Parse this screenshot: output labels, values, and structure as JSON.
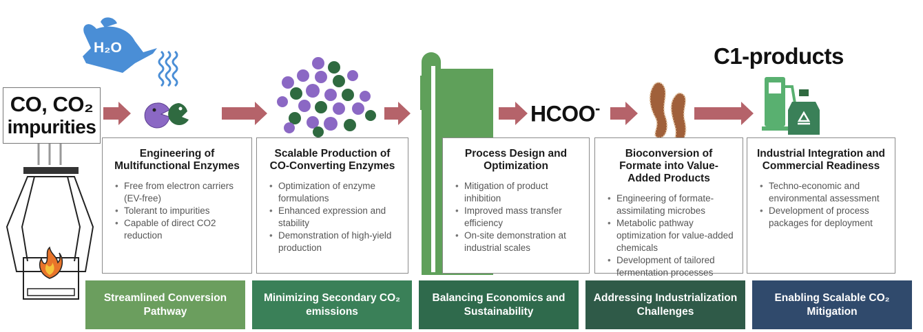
{
  "inputs": {
    "line1": "CO, CO₂",
    "line2": "impurities",
    "water_label": "H₂O"
  },
  "intermediate": {
    "label": "HCOO",
    "superscript": "-"
  },
  "output": {
    "title": "C1-products"
  },
  "stages": [
    {
      "title": "Engineering of Multifunctional Enzymes",
      "bullets": [
        "Free from electron carriers (EV-free)",
        "Tolerant to impurities",
        "Capable of direct CO2 reduction"
      ]
    },
    {
      "title": "Scalable Production of CO-Converting Enzymes",
      "bullets": [
        "Optimization of enzyme formulations",
        "Enhanced expression and stability",
        "Demonstration of high-yield production"
      ]
    },
    {
      "title": "Process Design and Optimization",
      "bullets": [
        "Mitigation of product inhibition",
        "Improved mass transfer efficiency",
        "On-site demonstration at industrial scales"
      ]
    },
    {
      "title": "Bioconversion of Formate into Value-Added Products",
      "bullets": [
        "Engineering of formate-assimilating microbes",
        "Metabolic pathway optimization for value-added chemicals",
        "Development of tailored fermentation processes"
      ]
    },
    {
      "title": "Industrial Integration and Commercial Readiness",
      "bullets": [
        "Techno-economic and environmental assessment",
        "Development of process packages for deployment"
      ]
    }
  ],
  "benefits": [
    {
      "label": "Streamlined Conversion Pathway",
      "color": "#6b9e5e"
    },
    {
      "label": "Minimizing Secondary CO₂ emissions",
      "color": "#3a8058"
    },
    {
      "label": "Balancing Economics and Sustainability",
      "color": "#2f6a4c"
    },
    {
      "label": "Addressing Industrialization Challenges",
      "color": "#2f5a48"
    },
    {
      "label": "Enabling Scalable CO₂ Mitigation",
      "color": "#304a6c"
    }
  ],
  "colors": {
    "arrow": "#b5636a",
    "bioreactor": "#5fa05a",
    "enzyme_purple": "#8b68c4",
    "enzyme_green": "#2f6a40",
    "microbe": "#a0603a",
    "teapot": "#4a8ed6",
    "steam": "#4a8ed6",
    "flame": "#e8742a",
    "fuel_pump": "#59b070"
  },
  "icons": [
    "watering-can-icon",
    "enzyme-icon",
    "enzyme-cluster-icon",
    "bioreactor-icon",
    "microbe-icon",
    "fuel-pump-icon",
    "recycle-bottle-icon",
    "furnace-icon",
    "flame-icon"
  ]
}
